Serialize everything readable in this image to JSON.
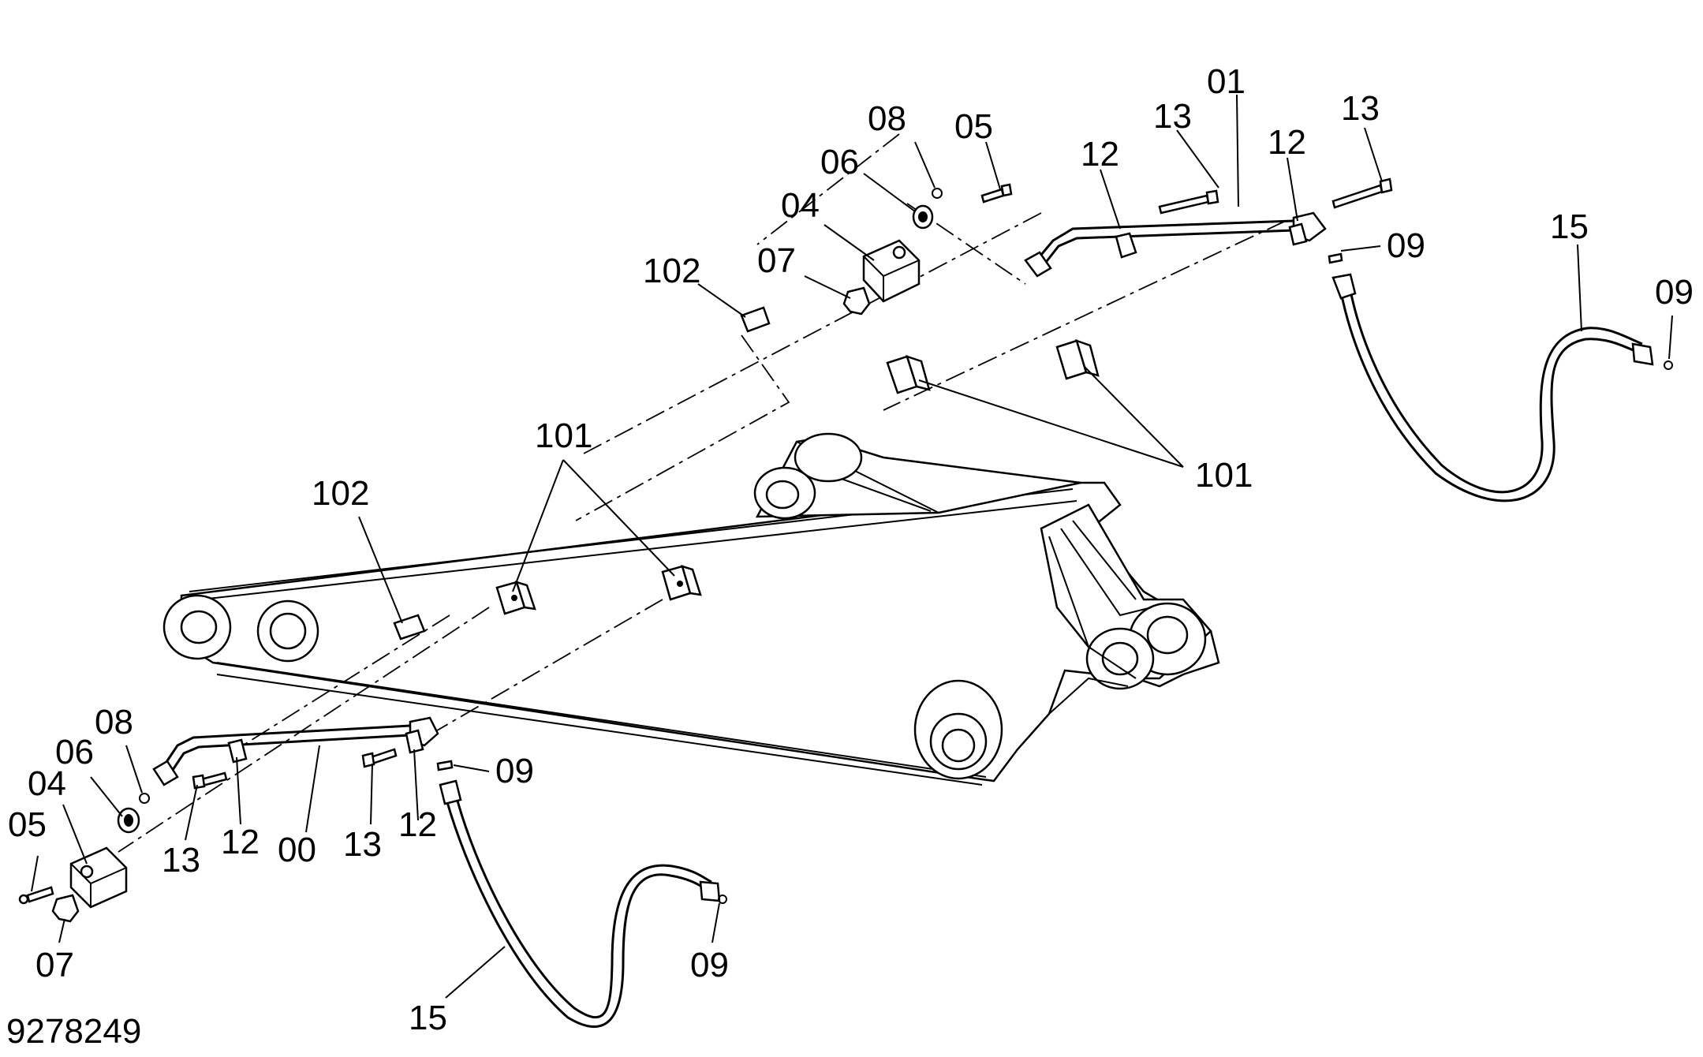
{
  "document_number": "9278249",
  "callouts": {
    "top": {
      "c01": "01",
      "c13a": "13",
      "c12a": "12",
      "c12b": "12",
      "c13b": "13",
      "c05": "05",
      "c08": "08",
      "c06": "06",
      "c04": "04",
      "c07": "07",
      "c102": "102",
      "c09a": "09",
      "c15": "15",
      "c09b": "09",
      "c101": "101"
    },
    "bottom": {
      "c101": "101",
      "c102": "102",
      "c08": "08",
      "c06": "06",
      "c04": "04",
      "c05": "05",
      "c07": "07",
      "c13a": "13",
      "c12a": "12",
      "c00": "00",
      "c13b": "13",
      "c12b": "12",
      "c09a": "09",
      "c09b": "09",
      "c15": "15"
    }
  },
  "icons": {
    "boom": "excavator-boom-icon",
    "tube": "hydraulic-tube-icon",
    "hose": "hydraulic-hose-icon",
    "block": "mounting-block-icon",
    "clamp": "tube-clamp-icon",
    "bolt": "bolt-icon",
    "plug": "plug-icon",
    "fitting": "fitting-icon",
    "spacer": "spacer-pad-icon",
    "plate": "plate-icon",
    "oring": "o-ring-icon"
  }
}
